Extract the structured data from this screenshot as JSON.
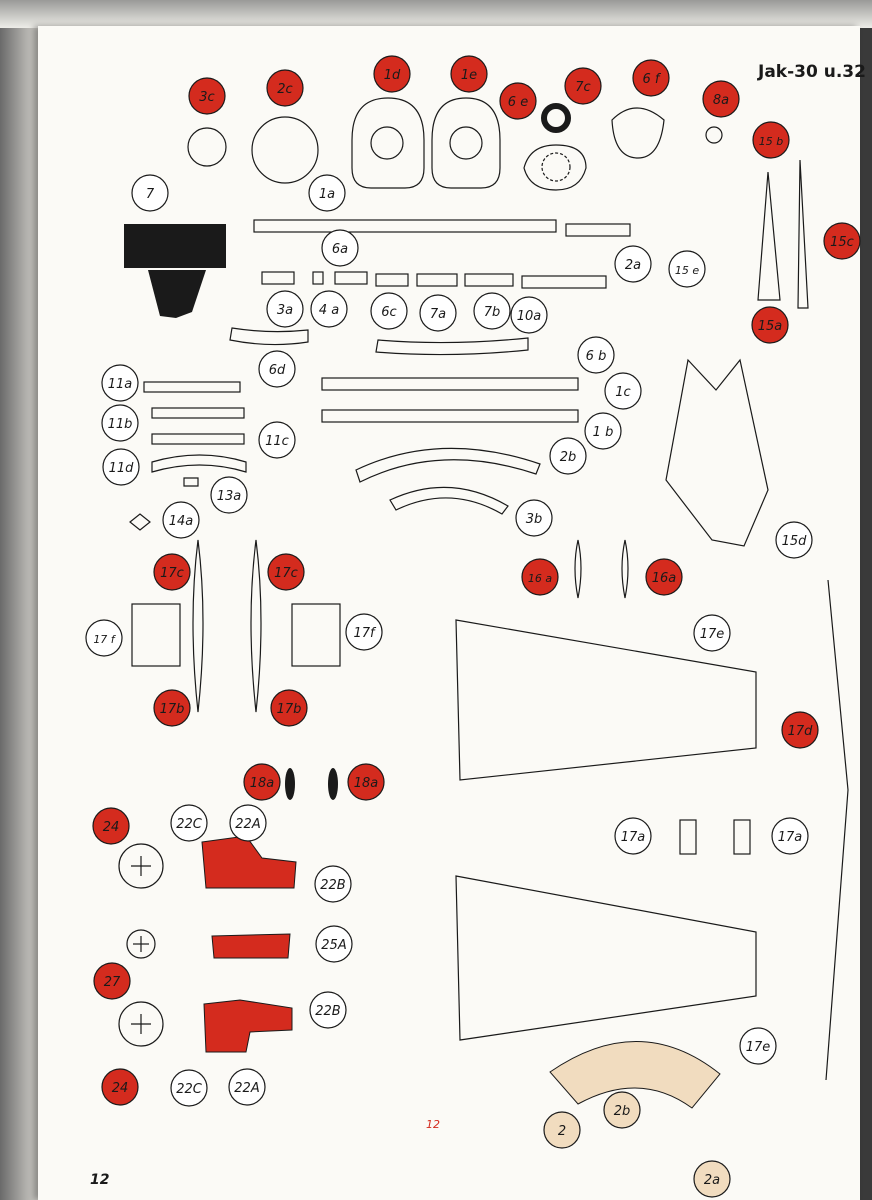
{
  "title": "Jak-30 u.32",
  "page_number": "12",
  "page_number_red": "12",
  "colors": {
    "red": "#d42b1e",
    "ink": "#1a1a1a",
    "paper": "#fbfaf6",
    "tan": "#f1dcbf"
  },
  "labels_red": [
    {
      "id": "3c",
      "text": "3c"
    },
    {
      "id": "2c",
      "text": "2c"
    },
    {
      "id": "1d",
      "text": "1d"
    },
    {
      "id": "1e",
      "text": "1e"
    },
    {
      "id": "6e",
      "text": "6 e"
    },
    {
      "id": "7c",
      "text": "7c"
    },
    {
      "id": "6f",
      "text": "6 f"
    },
    {
      "id": "8a",
      "text": "8a"
    },
    {
      "id": "15b",
      "text": "15 b"
    },
    {
      "id": "15c",
      "text": "15c"
    },
    {
      "id": "15a",
      "text": "15a"
    },
    {
      "id": "16a-l",
      "text": "16 a"
    },
    {
      "id": "16a-r",
      "text": "16a"
    },
    {
      "id": "17c-l",
      "text": "17c"
    },
    {
      "id": "17c-r",
      "text": "17c"
    },
    {
      "id": "17b-l",
      "text": "17b"
    },
    {
      "id": "17b-r",
      "text": "17b"
    },
    {
      "id": "17d",
      "text": "17d"
    },
    {
      "id": "18a-l",
      "text": "18a"
    },
    {
      "id": "18a-r",
      "text": "18a"
    },
    {
      "id": "24-top",
      "text": "24"
    },
    {
      "id": "27",
      "text": "27"
    },
    {
      "id": "24-bot",
      "text": "24"
    }
  ],
  "labels_white": [
    {
      "id": "7",
      "text": "7"
    },
    {
      "id": "1a",
      "text": "1a"
    },
    {
      "id": "6a",
      "text": "6a"
    },
    {
      "id": "2a-top",
      "text": "2a"
    },
    {
      "id": "15e",
      "text": "15 e"
    },
    {
      "id": "3a",
      "text": "3a"
    },
    {
      "id": "4a",
      "text": "4 a"
    },
    {
      "id": "6c",
      "text": "6c"
    },
    {
      "id": "7a",
      "text": "7a"
    },
    {
      "id": "7b",
      "text": "7b"
    },
    {
      "id": "10a",
      "text": "10a"
    },
    {
      "id": "6d",
      "text": "6d"
    },
    {
      "id": "6b",
      "text": "6 b"
    },
    {
      "id": "11a",
      "text": "11a"
    },
    {
      "id": "1c",
      "text": "1c"
    },
    {
      "id": "11b",
      "text": "11b"
    },
    {
      "id": "1b",
      "text": "1 b"
    },
    {
      "id": "11c",
      "text": "11c"
    },
    {
      "id": "11d",
      "text": "11d"
    },
    {
      "id": "2b",
      "text": "2b"
    },
    {
      "id": "13a",
      "text": "13a"
    },
    {
      "id": "3b",
      "text": "3b"
    },
    {
      "id": "14a",
      "text": "14a"
    },
    {
      "id": "15d",
      "text": "15d"
    },
    {
      "id": "17f-l",
      "text": "17 f"
    },
    {
      "id": "17f-r",
      "text": "17f"
    },
    {
      "id": "17e-top",
      "text": "17e"
    },
    {
      "id": "22C-top",
      "text": "22C"
    },
    {
      "id": "22A-top",
      "text": "22A"
    },
    {
      "id": "22B-top",
      "text": "22B"
    },
    {
      "id": "17a-l",
      "text": "17a"
    },
    {
      "id": "17a-r",
      "text": "17a"
    },
    {
      "id": "25A",
      "text": "25A"
    },
    {
      "id": "22B-bot",
      "text": "22B"
    },
    {
      "id": "17e-bot",
      "text": "17e"
    },
    {
      "id": "22C-bot",
      "text": "22C"
    },
    {
      "id": "22A-bot",
      "text": "22A"
    }
  ],
  "labels_tan": [
    {
      "id": "2",
      "text": "2"
    },
    {
      "id": "2b-tan",
      "text": "2b"
    },
    {
      "id": "2a-tan",
      "text": "2a"
    }
  ]
}
